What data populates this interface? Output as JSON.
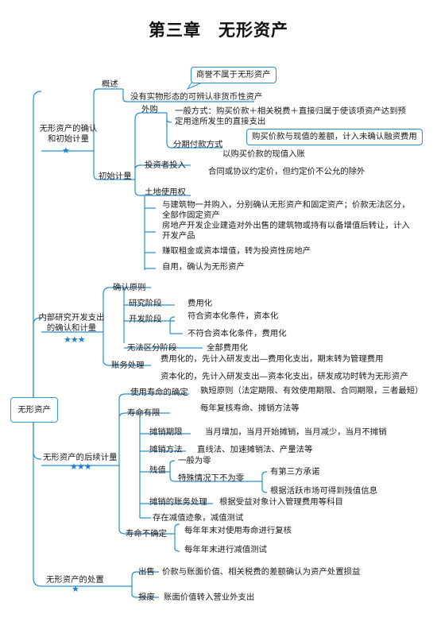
{
  "title": "第三章　无形资产",
  "root": "无形资产",
  "branches": {
    "recognition": {
      "label": "无形资产的确认和初始计量",
      "stars": "★",
      "overview": {
        "label": "概述",
        "callout": "商誉不属于无形资产",
        "definition": "没有实物形态的可辨认非货币性资产"
      },
      "initial": {
        "label": "初始计量",
        "purchase": {
          "label": "外购",
          "general": "一般方式：购买价款＋相关税费＋直接归属于使该项资产达到预定用途所发生的直接支出",
          "installment": "分期付款方式",
          "installment_note": "购买价款与现值的差额，计入未确认融资费用",
          "installment_value": "以购买价款的现值入账"
        },
        "investor": {
          "label": "投资者投入",
          "text": "合同或协议约定价，但约定价不公允的除外"
        },
        "land": {
          "label": "土地使用权",
          "items": [
            "与建筑物一并购入，分别确认无形资产和固定资产；价款无法区分，全部作固定资产",
            "房地产开发企业建造对外出售的建筑物或持有以备增值后转让，计入开发产品",
            "赚取租金或资本增值，转为投资性房地产",
            "自用，确认为无形资产"
          ]
        }
      }
    },
    "rnd": {
      "label": "内部研究开发支出的确认和计量",
      "stars": "★★★",
      "principle": {
        "label": "确认原则",
        "research": {
          "label": "研究阶段",
          "text": "费用化"
        },
        "development": {
          "label": "开发阶段",
          "yes": "符合资本化条件，资本化",
          "no": "不符合资本化条件，费用化"
        },
        "indistinct": {
          "label": "无法区分阶段",
          "text": "全部费用化"
        }
      },
      "accounting": {
        "label": "账务处理",
        "items": [
          "费用化的，先计入研发支出—费用化支出，期末转为管理费用",
          "资本化的，先计入研发支出—资本化支出，研发成功时转为无形资产"
        ]
      }
    },
    "subsequent": {
      "label": "无形资产的后续计量",
      "stars": "★★★",
      "determine": {
        "label": "使用寿命的确定",
        "items": [
          "孰短原则（法定期限、有效使用期限、合同期限，三者最短）",
          "每年复核寿命、摊销方法等"
        ]
      },
      "finite": {
        "label": "寿命有限",
        "period": {
          "label": "摊销期限",
          "text": "当月增加，当月开始摊销，当月减少，当月不摊销"
        },
        "method": {
          "label": "摊销方法",
          "text": "直线法、加速摊销法、产量法等"
        },
        "residual": {
          "label": "残值",
          "general": "一般为零",
          "special": "特殊情况下不为零",
          "special_items": [
            "有第三方承诺",
            "根据活跃市场可得到残值信息"
          ]
        },
        "entry": {
          "label": "摊销的账务处理",
          "text": "根据受益对象计入管理费用等科目"
        },
        "impairment": "存在减值迹象，减值测试"
      },
      "indefinite": {
        "label": "寿命不确定",
        "items": [
          "每年年末对使用寿命进行复核",
          "每年年末进行减值测试"
        ]
      }
    },
    "disposal": {
      "label": "无形资产的处置",
      "stars": "★",
      "sale": {
        "label": "出售",
        "text": "价款与账面价值、相关税费的差额确认为资产处置损益"
      },
      "scrap": {
        "label": "报废",
        "text": "账面价值转入营业外支出"
      }
    }
  }
}
